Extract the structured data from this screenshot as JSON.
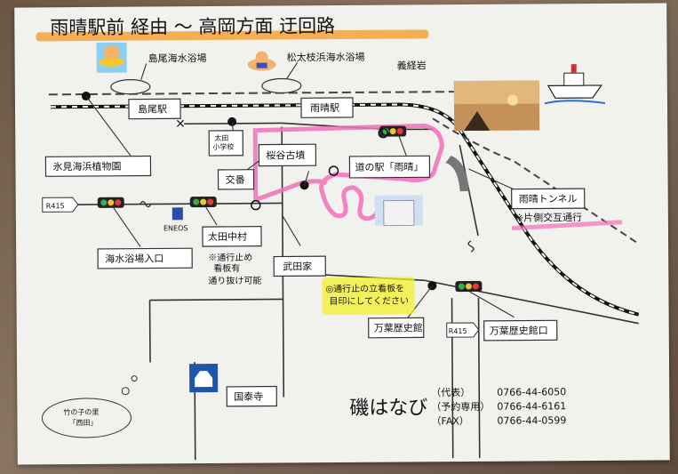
{
  "title": "雨晴駅前 経由 〜 高岡方面 迂回路",
  "labels": {
    "shimao_beach": "島尾海水浴場",
    "matsudae_beach": "松太枝浜海水浴場",
    "gikeiiwa": "義経岩",
    "shimao_station": "島尾駅",
    "amaharashi_station": "雨晴駅",
    "himi_garden": "氷見海浜植物園",
    "ota_school": "太田\n小学校",
    "sakuradani": "桜谷古墳",
    "michinoeki": "道の駅「雨晴」",
    "koban": "交番",
    "tunnel": "雨晴トンネル",
    "tunnel_note": "※片側交互通行",
    "r415_left": "R415",
    "eneos": "ENEOS",
    "ota_nakamura": "太田中村",
    "closure_note": "※通行止め\n看板有\n通り抜け可能",
    "kaisuiyokujo_iriguchi": "海水浴場入口",
    "takedake": "武田家",
    "signboard_note": "◎通行止の立看板を\n目印にしてください",
    "manyo_museum": "万葉歴史館",
    "r415_bottom": "R415",
    "manyo_museum_entrance": "万葉歴史館口",
    "kokutaiji": "国泰寺",
    "takenoko": "竹の子の里\n「西田」",
    "hotel_name": "磯はなび",
    "contact": {
      "rep_label": "（代表）",
      "rep_tel": "0766-44-6050",
      "res_label": "（予約専用）",
      "res_tel": "0766-44-6161",
      "fax_label": "（FAX）",
      "fax_tel": "0766-44-0599"
    }
  },
  "colors": {
    "detour": "#f26fb8",
    "highlight_orange": "#f7a23a",
    "highlight_yellow": "#f3f02a",
    "railway": "#111111"
  }
}
